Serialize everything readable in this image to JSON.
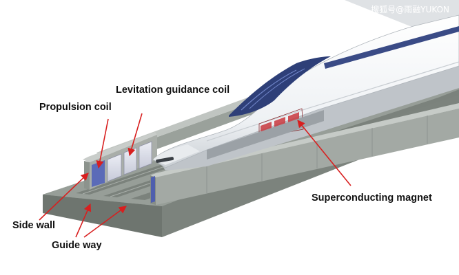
{
  "labels": {
    "levitation_guidance_coil": "Levitation guidance coil",
    "propulsion_coil": "Propulsion coil",
    "superconducting_magnet": "Superconducting magnet",
    "side_wall": "Side wall",
    "guide_way": "Guide way"
  },
  "watermark": "搜狐号@雨融YUKON",
  "colors": {
    "arrow": "#d81f1f",
    "track_top": "#8f9690",
    "track_side": "#6e756f",
    "train_body": "#f4f6f8",
    "window_band": "#2e3f78",
    "magnet": "#c8373d"
  }
}
